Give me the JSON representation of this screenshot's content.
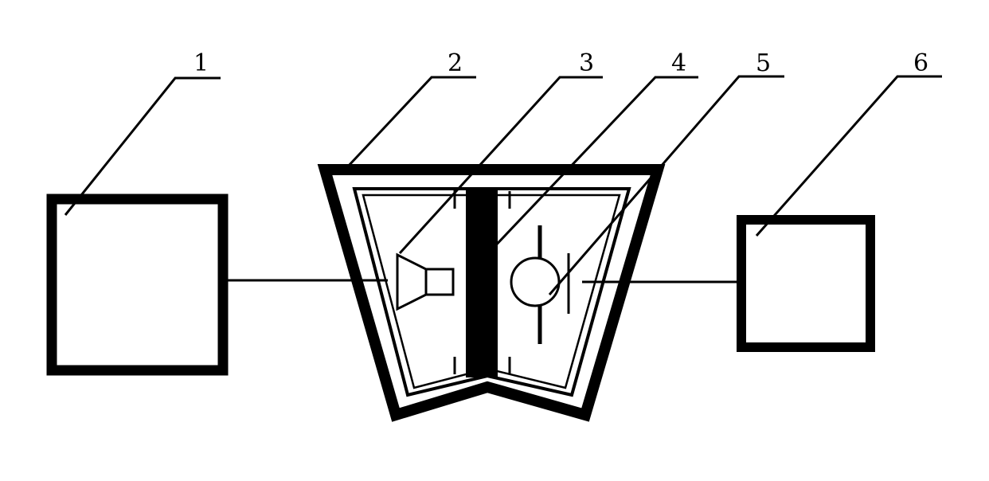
{
  "labels": [
    "1",
    "2",
    "3",
    "4",
    "5",
    "6"
  ],
  "colors": {
    "line": "#000000",
    "background": "#ffffff"
  },
  "components": [
    {
      "id": "1",
      "icon": "box"
    },
    {
      "id": "2",
      "icon": "trapezoid-housing"
    },
    {
      "id": "3",
      "icon": "speaker-icon"
    },
    {
      "id": "4",
      "icon": "partition-bar"
    },
    {
      "id": "5",
      "icon": "microphone-icon"
    },
    {
      "id": "6",
      "icon": "box"
    }
  ]
}
